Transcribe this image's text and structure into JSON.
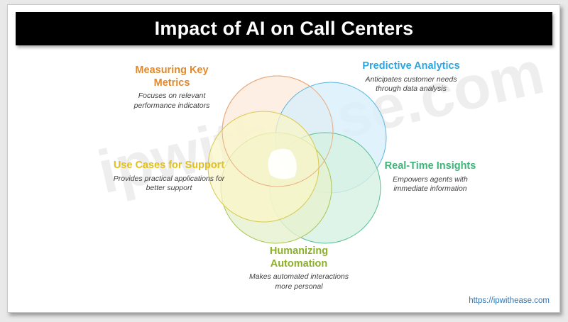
{
  "slide": {
    "title": "Impact of AI on Call Centers",
    "watermark": "ipwithease.com",
    "footer_url": "https://ipwithease.com",
    "title_bg": "#000000",
    "title_color": "#ffffff",
    "footer_color": "#2e75b6"
  },
  "diagram": {
    "type": "venn-pinwheel",
    "circle_count": 5,
    "nodes": [
      {
        "id": "measuring-key-metrics",
        "title": "Measuring Key Metrics",
        "description": "Focuses on relevant performance indicators",
        "color": "#E08A2E",
        "fill": "#FDEDE0",
        "stroke": "#E8B089",
        "position": "top-left"
      },
      {
        "id": "predictive-analytics",
        "title": "Predictive Analytics",
        "description": "Anticipates customer needs through data analysis",
        "color": "#2BA6DE",
        "fill": "#DDF0FA",
        "stroke": "#7EC6E8",
        "position": "top-right"
      },
      {
        "id": "real-time-insights",
        "title": "Real-Time Insights",
        "description": "Empowers agents with immediate information",
        "color": "#3BB678",
        "fill": "#DDF3E6",
        "stroke": "#7FC9A4",
        "position": "right"
      },
      {
        "id": "humanizing-automation",
        "title": "Humanizing Automation",
        "description": "Makes automated interactions more personal",
        "color": "#8CAF2A",
        "fill": "#E9F2D4",
        "stroke": "#B5CC72",
        "position": "bottom"
      },
      {
        "id": "use-cases-for-support",
        "title": "Use Cases for Support",
        "description": "Provides practical applications for better support",
        "color": "#E0C020",
        "fill": "#FBF6D0",
        "stroke": "#DCCB6A",
        "position": "left"
      }
    ]
  }
}
